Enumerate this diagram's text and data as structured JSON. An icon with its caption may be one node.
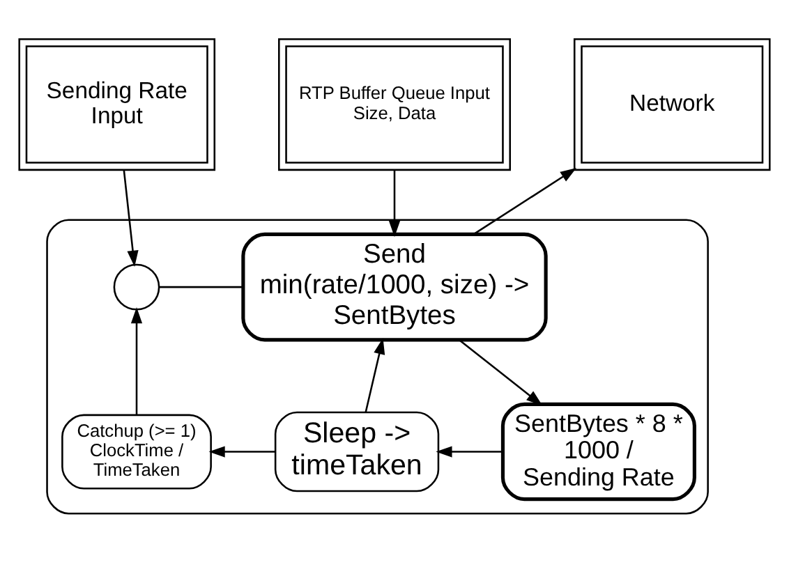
{
  "diagram": {
    "nodes": [
      {
        "text": [
          "Sending Rate Input"
        ]
      },
      {
        "text": [
          "RTP Buffer Queue Input Size, Data"
        ]
      },
      {
        "text": [
          "Network"
        ]
      },
      {
        "text": [],
        "shape": "box"
      },
      {
        "text": [],
        "shape": "circle",
        "in": 3
      },
      {
        "text": [
          "Send min(rate/1000, size) -> SentBytes"
        ],
        "in": 3
      },
      {
        "text": [
          "SentBytes * 8 * 1000 / Sending Rate"
        ],
        "in": 3
      },
      {
        "text": [
          "Sleep -> timeTaken"
        ],
        "in": 3
      },
      {
        "text": [
          "Catchup (>= 1) ClockTime / TimeTaken"
        ],
        "in": 3
      }
    ],
    "edges": [
      {
        "from": 0,
        "to": 4,
        "arrow": "to"
      },
      {
        "from": 1,
        "to": 5,
        "arrow": "to"
      },
      {
        "from": 5,
        "to": 4,
        "arrow": "none"
      },
      {
        "from": 5,
        "to": 2,
        "arrow": "to"
      },
      {
        "from": 5,
        "to": 6,
        "arrow": "to"
      },
      {
        "from": 6,
        "to": 7,
        "arrow": "to"
      },
      {
        "from": 7,
        "to": 5,
        "arrow": "to"
      },
      {
        "from": 7,
        "to": 8,
        "arrow": "to"
      },
      {
        "from": 8,
        "to": 4,
        "arrow": "to"
      }
    ]
  }
}
